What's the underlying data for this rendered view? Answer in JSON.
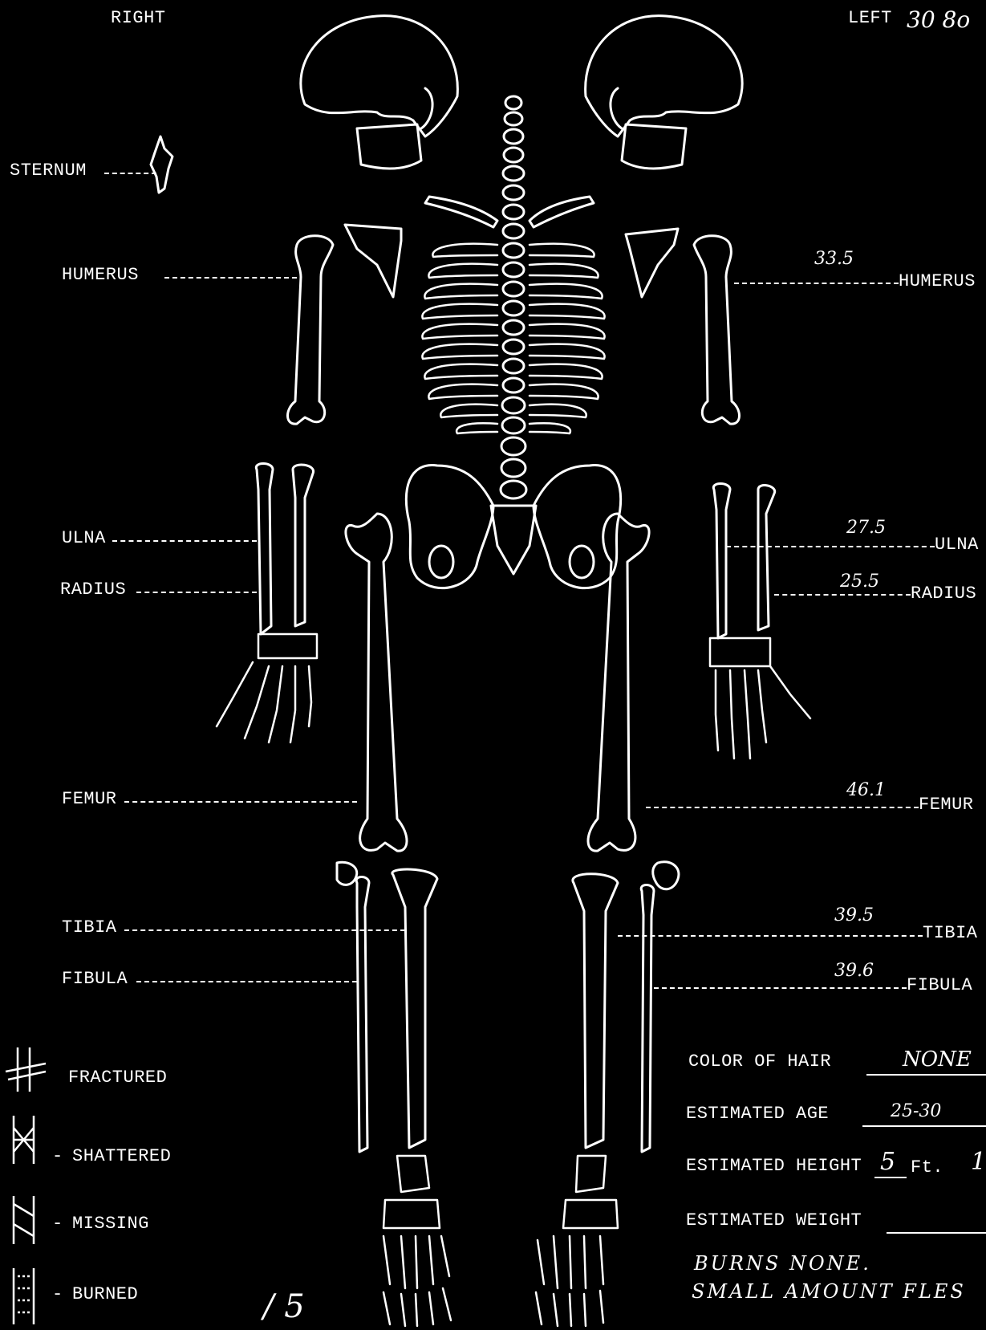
{
  "headers": {
    "right": "RIGHT",
    "left": "LEFT",
    "left_note": "30 8o"
  },
  "right_side": {
    "sternum": "STERNUM",
    "humerus": "HUMERUS",
    "ulna": "ULNA",
    "radius": "RADIUS",
    "femur": "FEMUR",
    "tibia": "TIBIA",
    "fibula": "FIBULA"
  },
  "left_side": {
    "humerus": {
      "label": "HUMERUS",
      "value": "33.5"
    },
    "ulna": {
      "label": "ULNA",
      "value": "27.5"
    },
    "radius": {
      "label": "RADIUS",
      "value": "25.5"
    },
    "femur": {
      "label": "FEMUR",
      "value": "46.1"
    },
    "tibia": {
      "label": "TIBIA",
      "value": "39.5"
    },
    "fibula": {
      "label": "FIBULA",
      "value": "39.6"
    }
  },
  "legend": {
    "fractured": "FRACTURED",
    "shattered": "SHATTERED",
    "missing": "MISSING",
    "burned": "BURNED"
  },
  "fields": {
    "hair_label": "COLOR OF HAIR",
    "hair_value": "NONE",
    "age_label": "ESTIMATED AGE",
    "age_value": "25-30",
    "height_label": "ESTIMATED HEIGHT",
    "height_ft": "5",
    "height_unit": "Ft.",
    "height_in": "1",
    "weight_label": "ESTIMATED WEIGHT",
    "weight_value": ""
  },
  "notes": {
    "line1": "BURNS NONE.",
    "line2": "SMALL AMOUNT FLES"
  },
  "corner_marks": "/ 5"
}
